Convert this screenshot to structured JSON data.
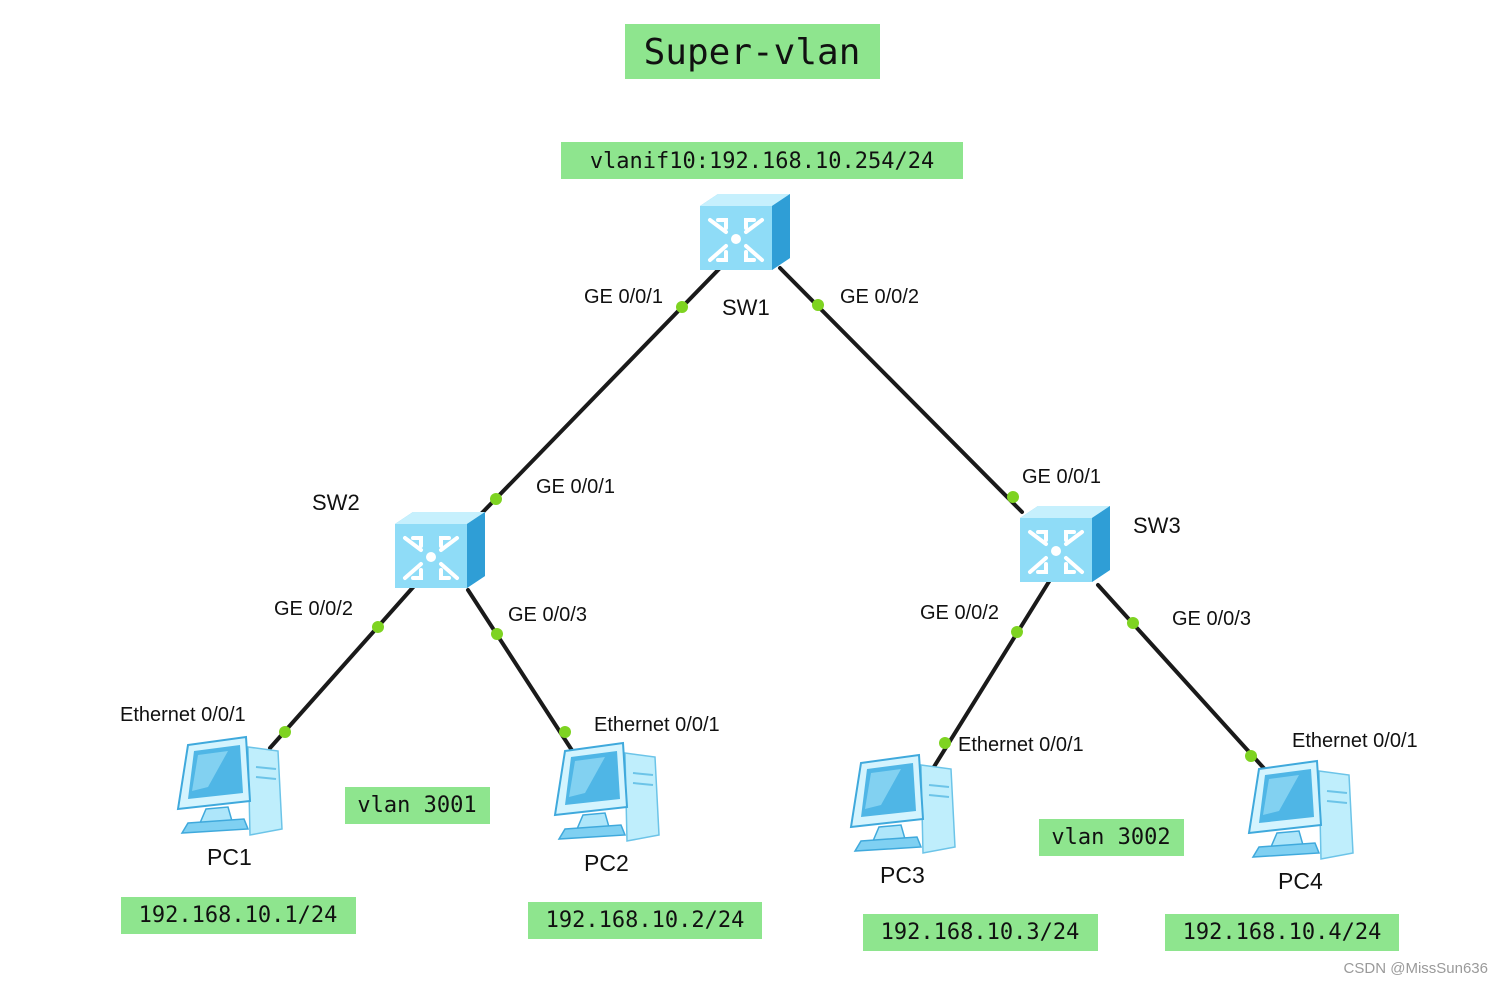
{
  "title": "Super-vlan",
  "sw1_ip": "vlanif10:192.168.10.254/24",
  "switches": [
    {
      "name": "SW1"
    },
    {
      "name": "SW2"
    },
    {
      "name": "SW3"
    }
  ],
  "ports": {
    "sw1_ge1": "GE 0/0/1",
    "sw1_ge2": "GE 0/0/2",
    "sw2_ge1": "GE 0/0/1",
    "sw2_ge2": "GE 0/0/2",
    "sw2_ge3": "GE 0/0/3",
    "sw3_ge1": "GE 0/0/1",
    "sw3_ge2": "GE 0/0/2",
    "sw3_ge3": "GE 0/0/3",
    "pc1_eth": "Ethernet 0/0/1",
    "pc2_eth": "Ethernet 0/0/1",
    "pc3_eth": "Ethernet 0/0/1",
    "pc4_eth": "Ethernet 0/0/1"
  },
  "pcs": [
    {
      "name": "PC1",
      "ip": "192.168.10.1/24"
    },
    {
      "name": "PC2",
      "ip": "192.168.10.2/24"
    },
    {
      "name": "PC3",
      "ip": "192.168.10.3/24"
    },
    {
      "name": "PC4",
      "ip": "192.168.10.4/24"
    }
  ],
  "vlans": {
    "left": "vlan 3001",
    "right": "vlan 3002"
  },
  "watermark": "CSDN @MissSun636",
  "colors": {
    "label_bg": "#8ee58e",
    "port_dot": "#7ed321",
    "device": "#7fd6f5"
  }
}
